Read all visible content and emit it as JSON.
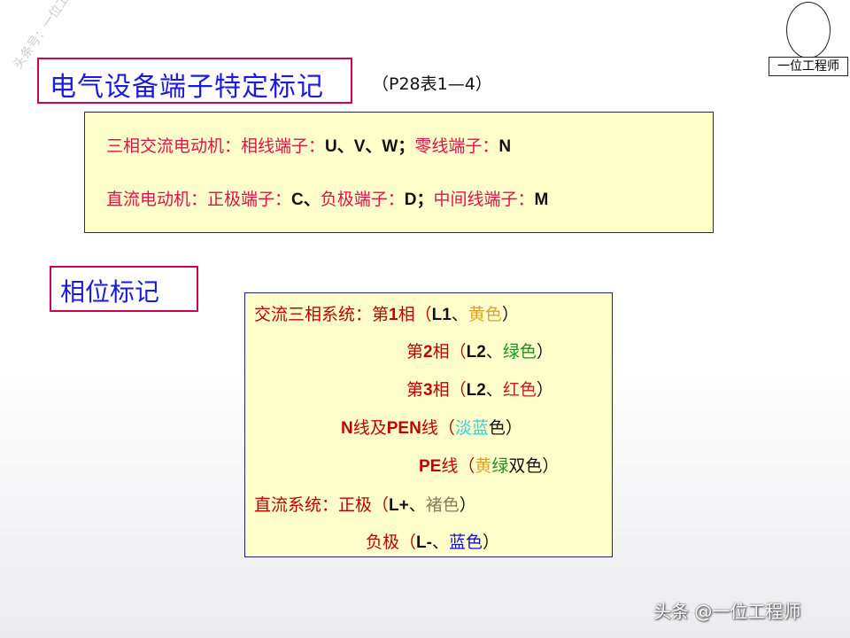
{
  "title": "电气设备端子特定标记",
  "reference": "（P28表1—4）",
  "watermark_diagonal": "头条号：一位工程师",
  "logo_label": "一位工程师",
  "footer_watermark": "头条 @一位工程师",
  "colors": {
    "label": "#e0104a",
    "value": "#111111",
    "phase_label": "#c00000",
    "yellow": "#e0a020",
    "green": "#209020",
    "red": "#c02020",
    "light_blue": "#30d0e0",
    "brown": "#8a7a5a",
    "blue": "#1010c0"
  },
  "terminals": [
    [
      {
        "t": "三相交流电动机：相线端子：",
        "c": "label"
      },
      {
        "t": "U、V、W；",
        "c": "value",
        "b": 1
      },
      {
        "t": "零线端子：",
        "c": "label"
      },
      {
        "t": "N",
        "c": "value",
        "b": 1
      }
    ],
    [
      {
        "t": "直流电动机：正极端子：",
        "c": "label"
      },
      {
        "t": "C、",
        "c": "value",
        "b": 1
      },
      {
        "t": "负极端子：",
        "c": "label"
      },
      {
        "t": "D；",
        "c": "value",
        "b": 1
      },
      {
        "t": "中间线端子：",
        "c": "label"
      },
      {
        "t": "M",
        "c": "value",
        "b": 1
      }
    ]
  ],
  "phase_title": "相位标记",
  "phases": [
    [
      {
        "t": "交流三相系统：第",
        "c": "phase_label"
      },
      {
        "t": "1",
        "c": "phase_label",
        "b": 1
      },
      {
        "t": "相（",
        "c": "phase_label"
      },
      {
        "t": "L1",
        "c": "value",
        "b": 1
      },
      {
        "t": "、",
        "c": "value"
      },
      {
        "t": "黄色",
        "c": "yellow"
      },
      {
        "t": "）",
        "c": "value"
      }
    ],
    [
      {
        "t": "第",
        "c": "phase_label"
      },
      {
        "t": "2",
        "c": "phase_label",
        "b": 1
      },
      {
        "t": "相（",
        "c": "phase_label"
      },
      {
        "t": "L2",
        "c": "value",
        "b": 1
      },
      {
        "t": "、",
        "c": "value"
      },
      {
        "t": "绿色",
        "c": "green"
      },
      {
        "t": "）",
        "c": "value"
      }
    ],
    [
      {
        "t": "第",
        "c": "phase_label"
      },
      {
        "t": "3",
        "c": "phase_label",
        "b": 1
      },
      {
        "t": "相（",
        "c": "phase_label"
      },
      {
        "t": "L2",
        "c": "value",
        "b": 1
      },
      {
        "t": "、",
        "c": "value"
      },
      {
        "t": "红色",
        "c": "red"
      },
      {
        "t": "）",
        "c": "value"
      }
    ],
    [
      {
        "t": "N",
        "c": "phase_label",
        "b": 1
      },
      {
        "t": "线及",
        "c": "phase_label"
      },
      {
        "t": "PEN",
        "c": "phase_label",
        "b": 1
      },
      {
        "t": "线（",
        "c": "phase_label"
      },
      {
        "t": "淡蓝",
        "c": "light_blue"
      },
      {
        "t": "色）",
        "c": "value"
      }
    ],
    [
      {
        "t": "PE",
        "c": "phase_label",
        "b": 1
      },
      {
        "t": "线（",
        "c": "phase_label"
      },
      {
        "t": "黄",
        "c": "yellow"
      },
      {
        "t": "绿",
        "c": "green"
      },
      {
        "t": "双色）",
        "c": "value"
      }
    ],
    [
      {
        "t": "直流系统：正极（",
        "c": "phase_label"
      },
      {
        "t": "L+",
        "c": "value",
        "b": 1
      },
      {
        "t": "、",
        "c": "value"
      },
      {
        "t": "褚色",
        "c": "brown"
      },
      {
        "t": "）",
        "c": "value"
      }
    ],
    [
      {
        "t": "负极（",
        "c": "phase_label"
      },
      {
        "t": "L-",
        "c": "value",
        "b": 1
      },
      {
        "t": "、",
        "c": "value"
      },
      {
        "t": "蓝色",
        "c": "blue"
      },
      {
        "t": "）",
        "c": "value"
      }
    ]
  ]
}
